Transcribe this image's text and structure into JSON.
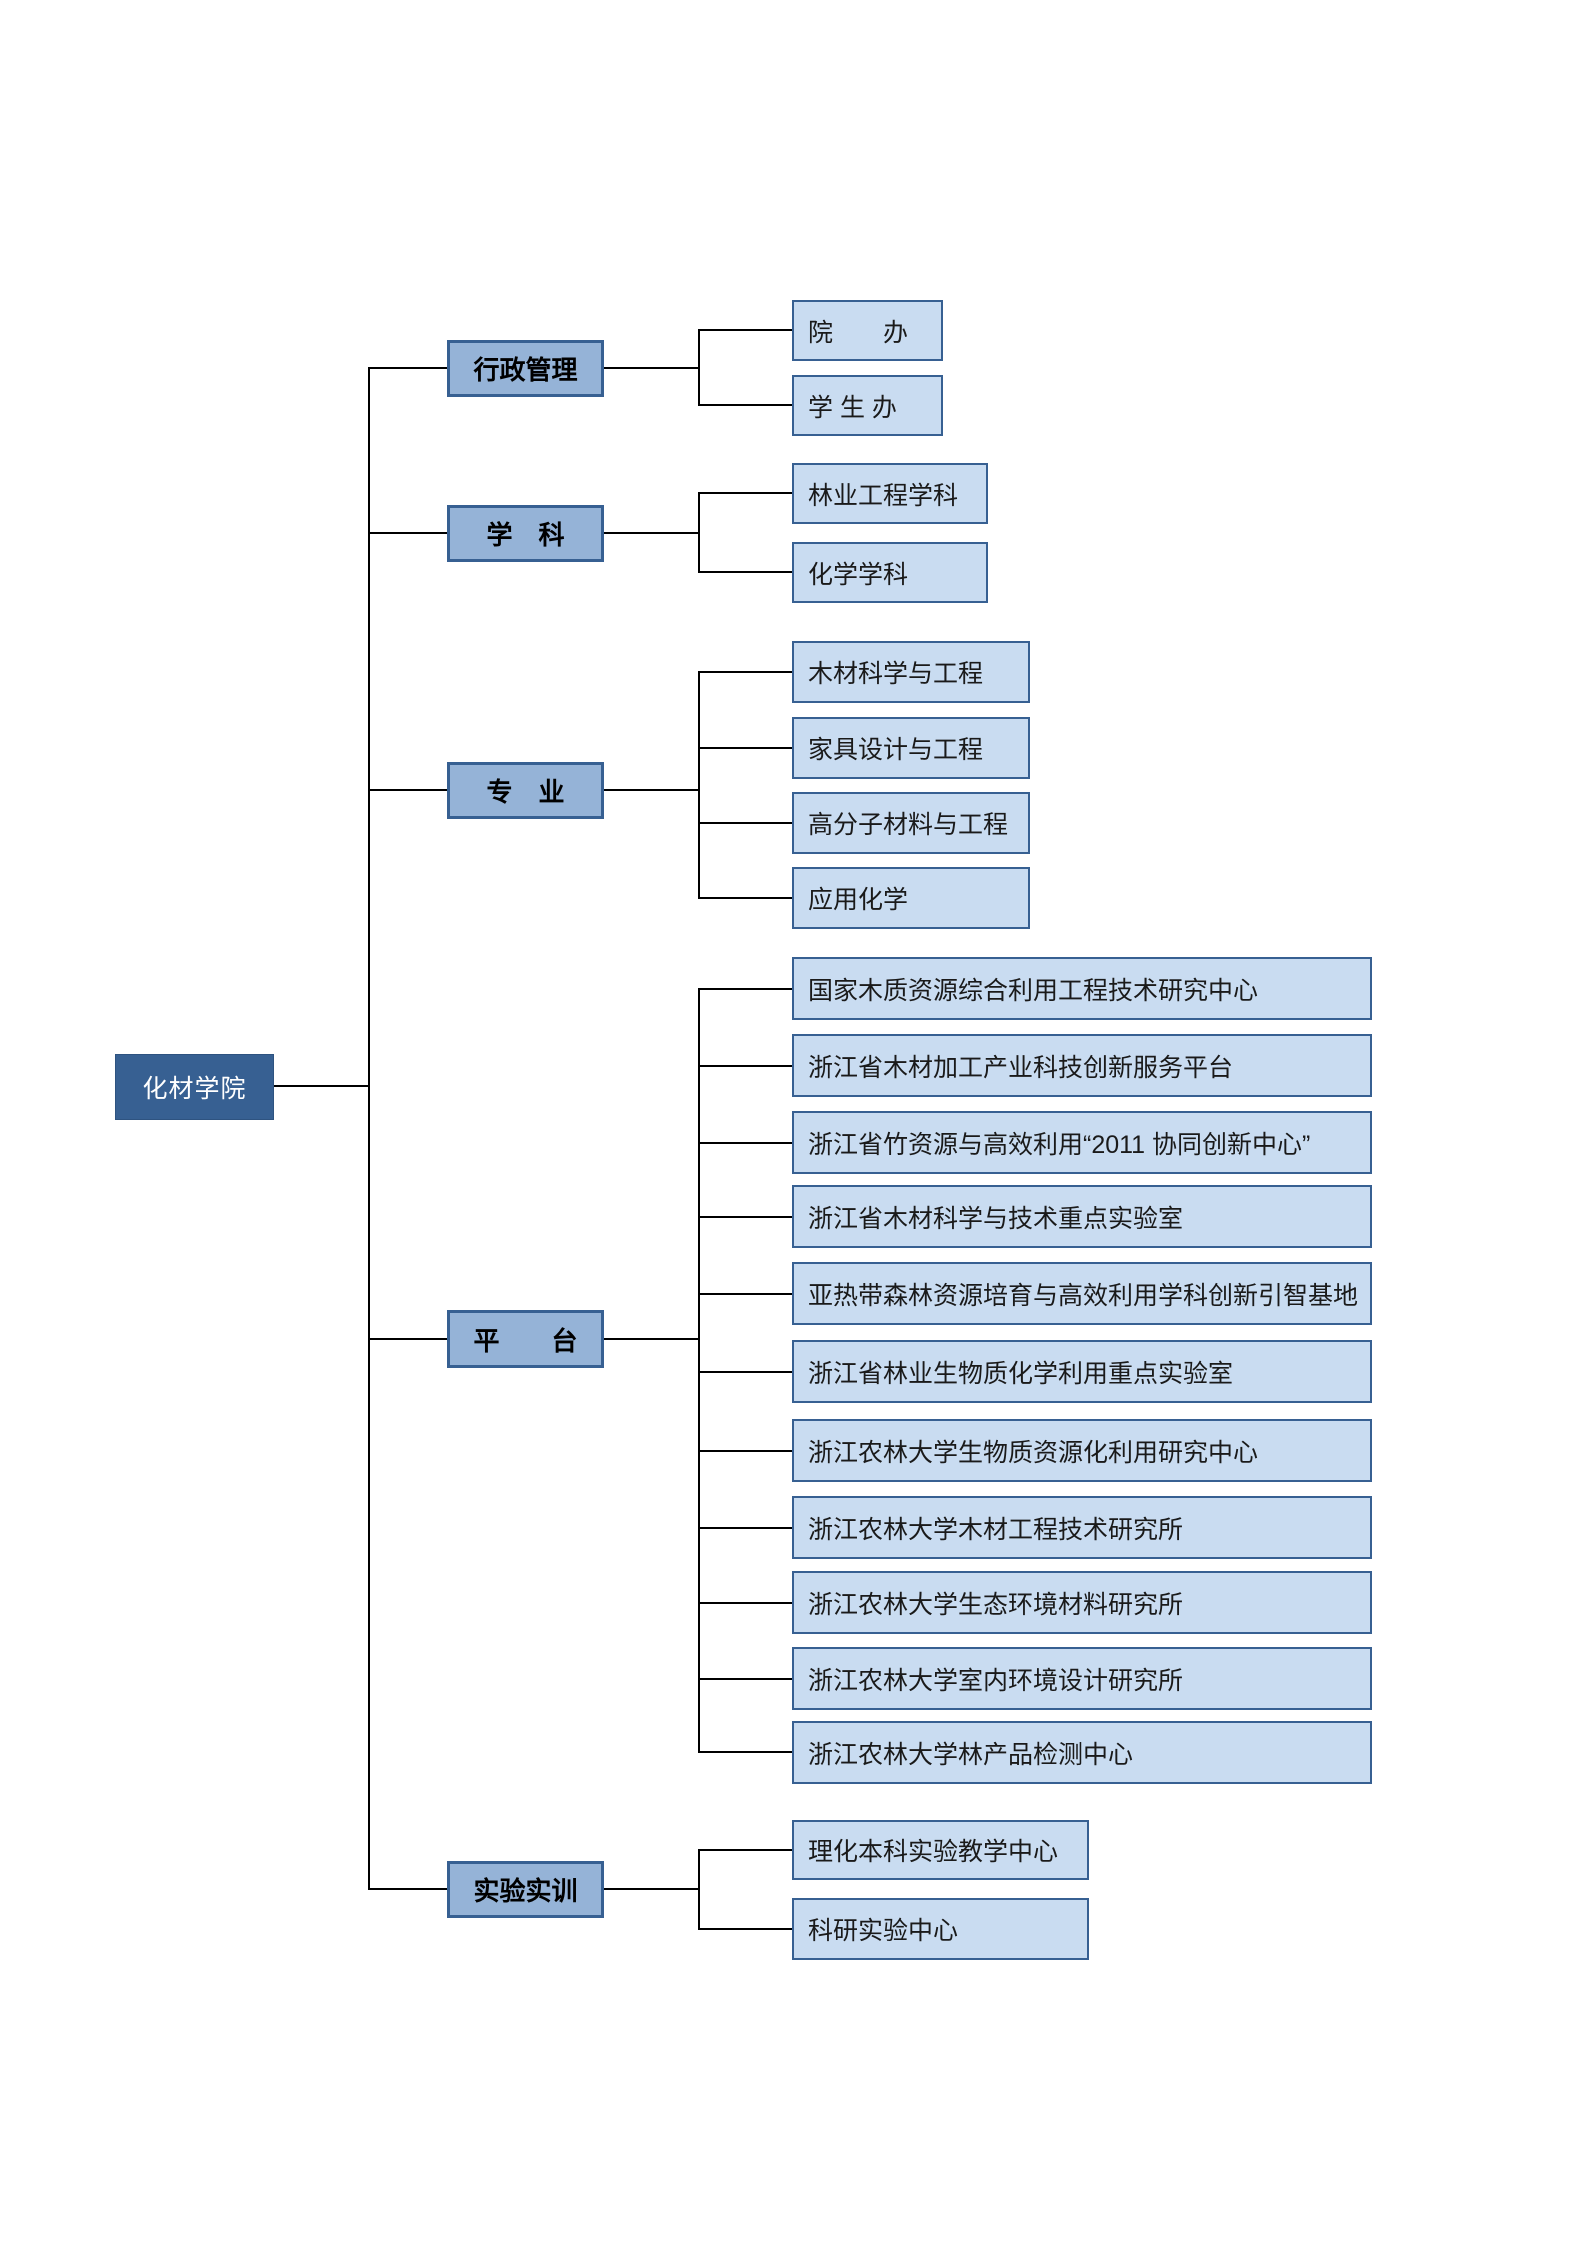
{
  "root": {
    "label": "化材学院"
  },
  "branches": [
    {
      "label": "行政管理",
      "children": [
        {
          "label": "院　　办"
        },
        {
          "label": "学 生 办"
        }
      ]
    },
    {
      "label": "学　科",
      "children": [
        {
          "label": "林业工程学科"
        },
        {
          "label": "化学学科"
        }
      ]
    },
    {
      "label": "专　业",
      "children": [
        {
          "label": "木材科学与工程"
        },
        {
          "label": "家具设计与工程"
        },
        {
          "label": "高分子材料与工程"
        },
        {
          "label": "应用化学"
        }
      ]
    },
    {
      "label": "平　　台",
      "children": [
        {
          "label": "国家木质资源综合利用工程技术研究中心"
        },
        {
          "label": "浙江省木材加工产业科技创新服务平台"
        },
        {
          "label": "浙江省竹资源与高效利用“2011 协同创新中心”"
        },
        {
          "label": "浙江省木材科学与技术重点实验室"
        },
        {
          "label": "亚热带森林资源培育与高效利用学科创新引智基地"
        },
        {
          "label": "浙江省林业生物质化学利用重点实验室"
        },
        {
          "label": "浙江农林大学生物质资源化利用研究中心"
        },
        {
          "label": "浙江农林大学木材工程技术研究所"
        },
        {
          "label": "浙江农林大学生态环境材料研究所"
        },
        {
          "label": "浙江农林大学室内环境设计研究所"
        },
        {
          "label": "浙江农林大学林产品检测中心"
        }
      ]
    },
    {
      "label": "实验实训",
      "children": [
        {
          "label": "理化本科实验教学中心"
        },
        {
          "label": "科研实验中心"
        }
      ]
    }
  ],
  "colors": {
    "root_fill": "#376092",
    "root_text": "#ffffff",
    "category_fill": "#95b3d7",
    "leaf_fill": "#c9dcf1",
    "box_border": "#376092",
    "connector_line": "#000000",
    "background": "#ffffff"
  }
}
